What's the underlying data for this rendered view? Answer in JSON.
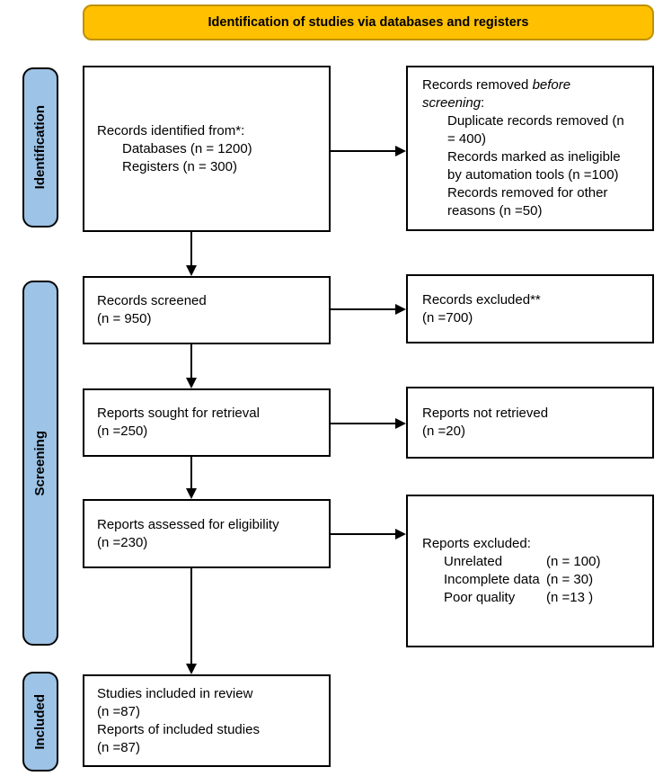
{
  "header": {
    "title": "Identification of studies via databases and registers"
  },
  "colors": {
    "banner_fill": "#FFC000",
    "banner_border": "#BF9000",
    "stage_fill": "#9DC3E6",
    "box_border": "#000000"
  },
  "stages": [
    {
      "label": "Identification"
    },
    {
      "label": "Screening"
    },
    {
      "label": "Included"
    }
  ],
  "boxes": {
    "identified": {
      "title": "Records identified from*:",
      "items": [
        "Databases (n = 1200)",
        "Registers (n = 300)"
      ]
    },
    "removed": {
      "title_prefix": "Records removed ",
      "title_italic": "before screening",
      "title_suffix": ":",
      "items": [
        "Duplicate records removed (n = 400)",
        "Records marked as ineligible by automation tools (n =100)",
        "Records removed for other reasons (n =50)"
      ]
    },
    "screened": {
      "lines": [
        "Records screened",
        "(n = 950)"
      ]
    },
    "records_excluded": {
      "lines": [
        "Records excluded**",
        "(n =700)"
      ]
    },
    "sought": {
      "lines": [
        "Reports sought for retrieval",
        "(n =250)"
      ]
    },
    "not_retrieved": {
      "lines": [
        "Reports not retrieved",
        "(n =20)"
      ]
    },
    "assessed": {
      "lines": [
        "Reports assessed for eligibility",
        "(n =230)"
      ]
    },
    "reports_excluded": {
      "title": "Reports excluded:",
      "reasons": [
        {
          "label": "Unrelated",
          "value": "(n = 100)"
        },
        {
          "label": "Incomplete data",
          "value": "(n = 30)"
        },
        {
          "label": "Poor quality",
          "value": "(n =13 )"
        }
      ]
    },
    "included": {
      "lines": [
        "Studies included in review",
        "(n =87)",
        "Reports of included studies",
        "(n =87)"
      ]
    }
  }
}
